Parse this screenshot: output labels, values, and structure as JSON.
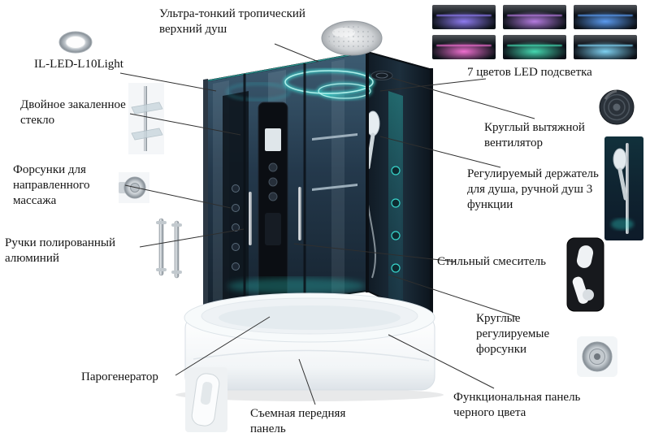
{
  "callouts": {
    "top_shower": "Ультра-тонкий тропический верхний душ",
    "led_light": "IL-LED-L10Light",
    "led_colors": "7 цветов LED подсветка",
    "tempered_glass": "Двойное закаленное стекло",
    "massage_jets": "Форсунки для направленного массажа",
    "handles": "Ручки полированный алюминий",
    "steam_generator": "Парогенератор",
    "exhaust_fan": "Круглый вытяжной вентилятор",
    "shower_holder": "Регулируемый держатель для душа, ручной душ 3 функции",
    "mixer": "Стильный смеситель",
    "round_jets": "Круглые регулируемые форсунки",
    "removable_front_panel": "Съемная передняя панель",
    "black_panel": "Функциональная панель черного цвета"
  },
  "led_swatches": [
    "#8f7bf0",
    "#b57be0",
    "#5b9bf0",
    "#ef6fd0",
    "#45d8b0",
    "#7fd2f2"
  ],
  "colors": {
    "led_glow": "#3ee6dc",
    "leader_line": "#2f2f2f"
  }
}
